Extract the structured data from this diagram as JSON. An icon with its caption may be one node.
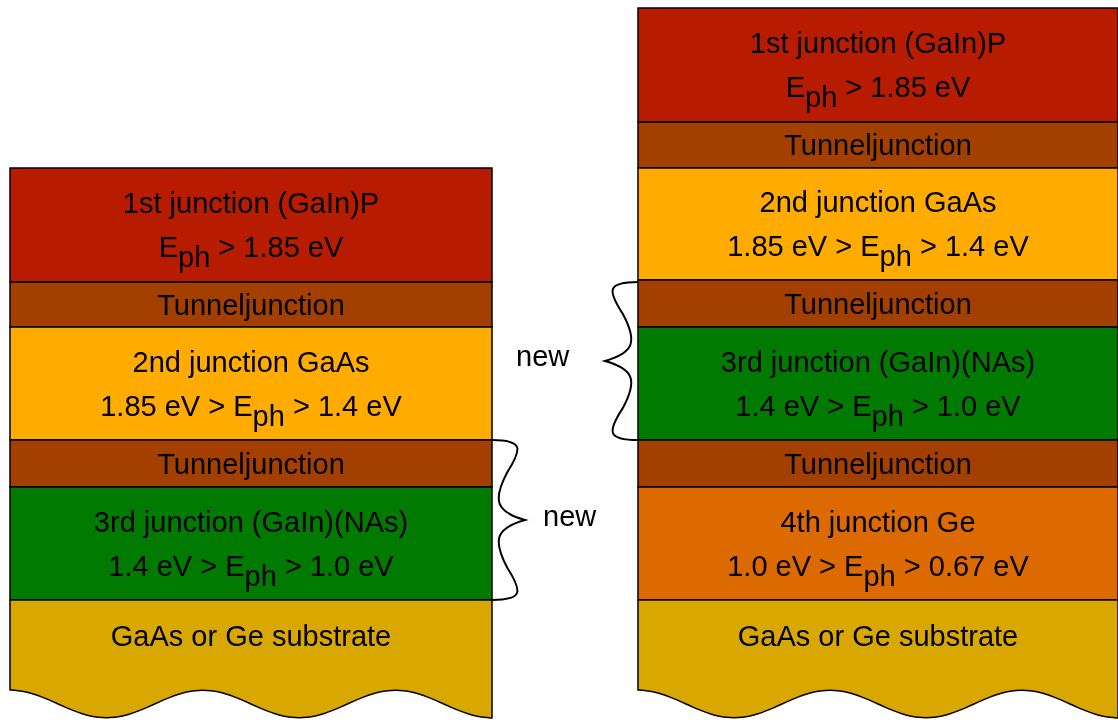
{
  "diagram": {
    "nodes": [
      {
        "text": [
          "1st junction (GaIn)P",
          "E$_{ph}$ > 1.85 eV"
        ]
      },
      {
        "text": [
          "Tunneljunction"
        ]
      },
      {
        "text": [
          "2nd junction GaAs",
          "1.85 eV > E$_{ph}$ > 1.4 eV"
        ]
      },
      {
        "text": [
          "Tunneljunction"
        ]
      },
      {
        "text": [
          "3rd junction (GaIn)(NAs)",
          "1.4 eV > E$_{ph}$ > 1.0 eV"
        ]
      },
      {
        "text": [
          "GaAs or Ge substrate"
        ]
      },
      {
        "text": [
          "1st junction (GaIn)P",
          "E$_{ph}$ > 1.85 eV"
        ]
      },
      {
        "text": [
          "Tunneljunction"
        ]
      },
      {
        "text": [
          "2nd junction GaAs",
          "1.85 eV > E$_{ph}$ > 1.4 eV"
        ]
      },
      {
        "text": [
          "Tunneljunction"
        ]
      },
      {
        "text": [
          "3rd junction (GaIn)(NAs)",
          "1.4 eV > E$_{ph}$ > 1.0 eV"
        ]
      },
      {
        "text": [
          "Tunneljunction"
        ]
      },
      {
        "text": [
          "4th junction Ge",
          "1.0 eV > E$_{ph}$ > 0.67 eV"
        ]
      },
      {
        "text": [
          "GaAs or Ge substrate"
        ]
      }
    ],
    "labels": [
      "new",
      "new"
    ]
  }
}
